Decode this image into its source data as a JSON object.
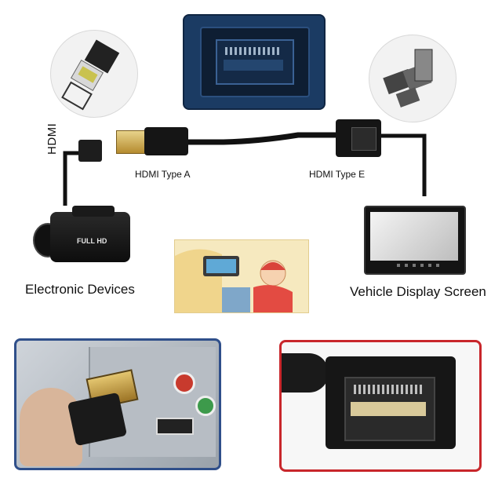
{
  "labels": {
    "hdmi_vertical": "HDMI",
    "type_a": "HDMI Type A",
    "type_e": "HDMI Type E",
    "electronic_devices": "Electronic Devices",
    "vehicle_display": "Vehicle Display Screen",
    "camcorder_badge": "FULL HD"
  },
  "colors": {
    "cable": "#111111",
    "port_panel": "#1b3b63",
    "left_frame": "#2f4f8a",
    "right_frame": "#c8262b",
    "cartoon_bg": "#f3e7b7"
  }
}
